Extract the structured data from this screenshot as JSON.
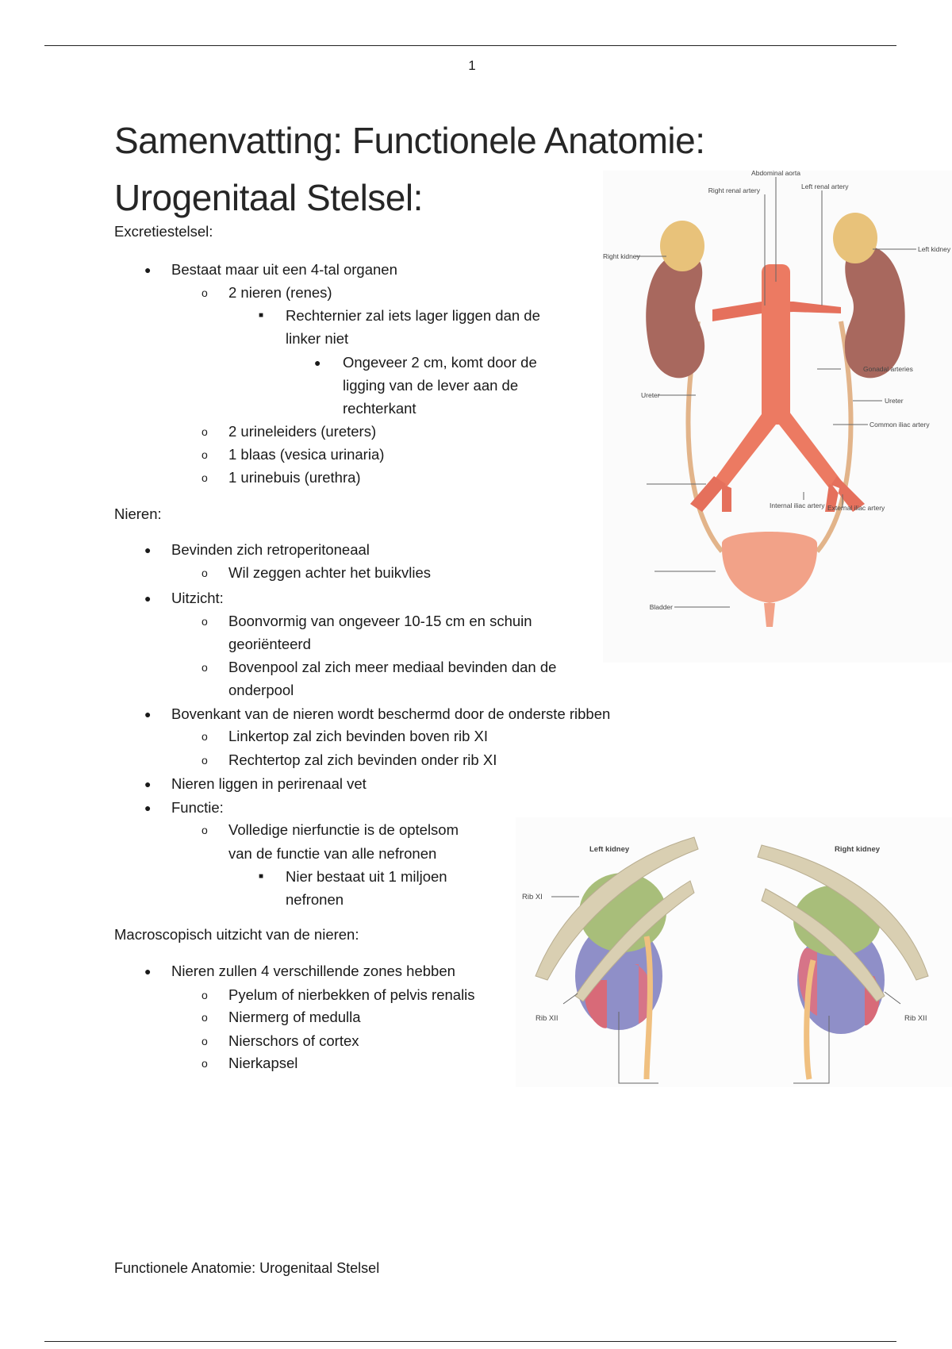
{
  "header": {
    "page_number": "1"
  },
  "title": {
    "line1": "Samenvatting: Functionele Anatomie:",
    "line2": "Urogenitaal Stelsel:"
  },
  "sections": {
    "excretie": {
      "heading": "Excretiestelsel:",
      "l1": "Bestaat maar uit een 4-tal organen",
      "l2": "2 nieren (renes)",
      "l3a": "Rechternier zal iets lager liggen dan de",
      "l3b": "linker niet",
      "l4a": "Ongeveer 2 cm, komt door de",
      "l4b": "ligging van de lever aan de",
      "l4c": "rechterkant",
      "l5": "2 urineleiders (ureters)",
      "l6": "1 blaas (vesica urinaria)",
      "l7": "1 urinebuis (urethra)"
    },
    "nieren": {
      "heading": "Nieren:",
      "l1": "Bevinden zich retroperitoneaal",
      "l2": "Wil zeggen achter het buikvlies",
      "l3": "Uitzicht:",
      "l4a": "Boonvormig van ongeveer 10-15 cm en schuin",
      "l4b": "georiënteerd",
      "l5a": "Bovenpool zal zich meer mediaal bevinden dan de",
      "l5b": "onderpool",
      "l6": "Bovenkant van de nieren wordt beschermd door de onderste ribben",
      "l7": "Linkertop zal zich bevinden boven rib XI",
      "l8": "Rechtertop zal zich bevinden onder rib XI",
      "l9": "Nieren liggen in perirenaal vet",
      "l10": "Functie:",
      "l11a": "Volledige nierfunctie is de optelsom",
      "l11b": "van de functie van alle nefronen",
      "l12a": "Nier bestaat uit 1 miljoen",
      "l12b": "nefronen"
    },
    "macro": {
      "heading": "Macroscopisch uitzicht van de nieren:",
      "l1": "Nieren zullen 4 verschillende zones hebben",
      "l2": "Pyelum of nierbekken of pelvis renalis",
      "l3": "Niermerg of medulla",
      "l4": "Nierschors of cortex",
      "l5": "Nierkapsel"
    }
  },
  "figure1": {
    "labels": {
      "aorta": "Abdominal aorta",
      "right_renal": "Right renal artery",
      "left_renal": "Left renal artery",
      "right_kidney": "Right kidney",
      "left_kidney": "Left kidney",
      "gonadal": "Gonadal arteries",
      "ureter_l": "Ureter",
      "ureter_r": "Ureter",
      "common_iliac": "Common iliac artery",
      "internal_iliac": "Internal iliac artery",
      "external_iliac": "External iliac artery",
      "bladder": "Bladder"
    }
  },
  "figure2": {
    "labels": {
      "left_kidney": "Left kidney",
      "right_kidney": "Right kidney",
      "rib11": "Rib XI",
      "rib12_l": "Rib XII",
      "rib12_r": "Rib XII"
    }
  },
  "footer": {
    "text": "Functionele Anatomie: Urogenitaal Stelsel"
  }
}
